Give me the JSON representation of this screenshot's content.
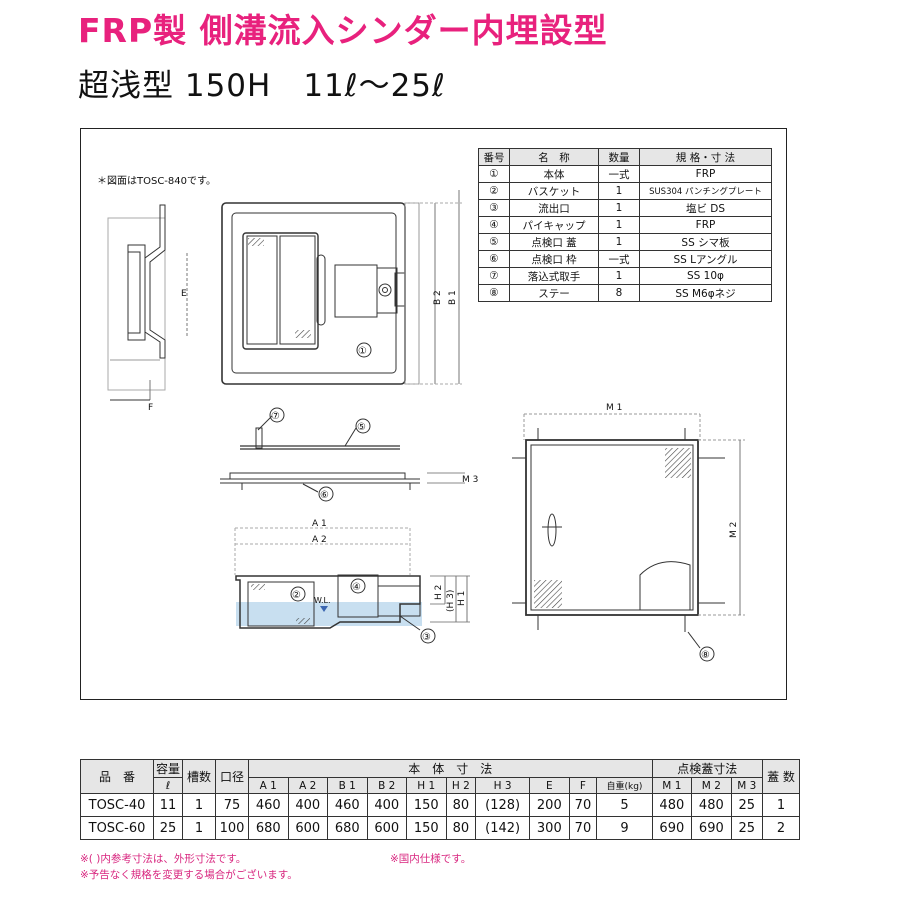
{
  "title": "FRP製 側溝流入シンダー内埋設型",
  "subtitle": "超浅型 150H　11ℓ～25ℓ",
  "figure_note": "＊図面はTOSC-840です。",
  "parts_table": {
    "headers": [
      "番号",
      "名　称",
      "数量",
      "規 格・寸 法"
    ],
    "rows": [
      [
        "①",
        "本体",
        "一式",
        "FRP"
      ],
      [
        "②",
        "バスケット",
        "1",
        "SUS304 パンチングプレート"
      ],
      [
        "③",
        "流出口",
        "1",
        "塩ビ DS"
      ],
      [
        "④",
        "パイキャップ",
        "1",
        "FRP"
      ],
      [
        "⑤",
        "点検口 蓋",
        "1",
        "SS シマ板"
      ],
      [
        "⑥",
        "点検口 枠",
        "一式",
        "SS Lアングル"
      ],
      [
        "⑦",
        "落込式取手",
        "1",
        "SS 10φ"
      ],
      [
        "⑧",
        "ステー",
        "8",
        "SS M6φネジ"
      ]
    ]
  },
  "drawing_labels": {
    "E": "E",
    "F": "F",
    "B2": "B 2",
    "B1": "B 1",
    "M1": "M 1",
    "M2": "M 2",
    "M3": "M 3",
    "A1": "A 1",
    "A2": "A 2",
    "H1": "H 1",
    "H2": "H 2",
    "H3": "(H 3)",
    "WL": "W.L.",
    "c1": "①",
    "c2": "②",
    "c3": "③",
    "c4": "④",
    "c5": "⑤",
    "c6": "⑥",
    "c7": "⑦",
    "c8": "⑧"
  },
  "spec_table": {
    "h_model": "品　番",
    "h_capacity": "容量",
    "h_capacity_unit": "ℓ",
    "h_tanks": "槽数",
    "h_bore": "口径",
    "h_body": "本　体　寸　法",
    "h_cover": "点検蓋寸法",
    "h_lids": "蓋 数",
    "body_cols": [
      "A 1",
      "A 2",
      "B 1",
      "B 2",
      "H 1",
      "H 2",
      "H 3",
      "E",
      "F",
      "自重(kg)"
    ],
    "cover_cols": [
      "M 1",
      "M 2",
      "M 3"
    ],
    "rows": [
      [
        "TOSC-40",
        "11",
        "1",
        "75",
        "460",
        "400",
        "460",
        "400",
        "150",
        "80",
        "(128)",
        "200",
        "70",
        "5",
        "480",
        "480",
        "25",
        "1"
      ],
      [
        "TOSC-60",
        "25",
        "1",
        "100",
        "680",
        "600",
        "680",
        "600",
        "150",
        "80",
        "(142)",
        "300",
        "70",
        "9",
        "690",
        "690",
        "25",
        "2"
      ]
    ]
  },
  "footnotes": {
    "n1": "※(  )内参考寸法は、外形寸法です。",
    "n2": "※国内仕様です。",
    "n3": "※予告なく規格を変更する場合がございます。"
  }
}
